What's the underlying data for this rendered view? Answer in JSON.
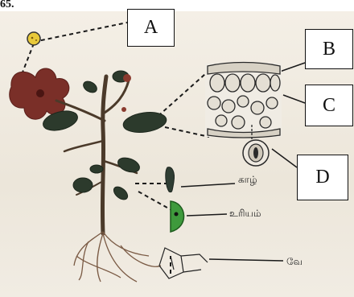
{
  "header_text": "65.",
  "labels": {
    "A": "A",
    "B": "B",
    "C": "C",
    "D": "D"
  },
  "annotations": {
    "stem": "காழ்",
    "root": "உரியம்",
    "third": "வே"
  }
}
